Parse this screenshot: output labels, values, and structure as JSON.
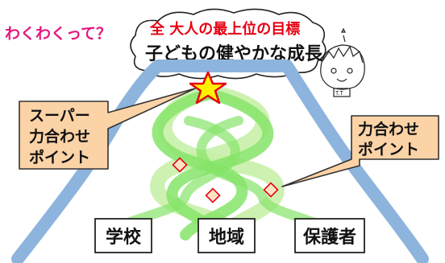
{
  "heading": {
    "text": "わくわくって？",
    "color": "#e5177e"
  },
  "cloud": {
    "line1": "全 大人の最上位の目標",
    "line2": "子どもの健やかな成長",
    "line1_color": "#e60012",
    "line2_color": "#111111"
  },
  "callouts": {
    "super": {
      "line1": "スーパー",
      "line2": "力合わせ",
      "line3": "ポイント"
    },
    "point": {
      "line1": "力合わせ",
      "line2": "ポイント"
    },
    "fill": "#fbd3a6",
    "stroke": "#333333"
  },
  "boxes": [
    {
      "label": "学校"
    },
    {
      "label": "地域"
    },
    {
      "label": "保護者"
    }
  ],
  "character": {
    "badge": "T.T"
  },
  "colors": {
    "mountain": "#8db4dd",
    "ribbon_dark": "#86e46a",
    "ribbon_light": "#c8f0a8",
    "star_fill": "#fff200",
    "star_stroke": "#e60012",
    "diamond_fill": "#fde3c3",
    "diamond_stroke": "#e60012"
  }
}
